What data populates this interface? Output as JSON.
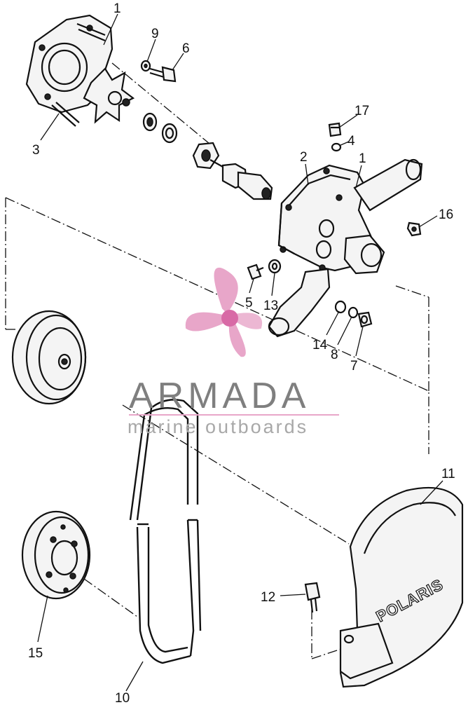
{
  "callouts": [
    {
      "id": "c1a",
      "text": "1"
    },
    {
      "id": "c9",
      "text": "9"
    },
    {
      "id": "c6",
      "text": "6"
    },
    {
      "id": "c3",
      "text": "3"
    },
    {
      "id": "c17",
      "text": "17"
    },
    {
      "id": "c4",
      "text": "4"
    },
    {
      "id": "c2",
      "text": "2"
    },
    {
      "id": "c1b",
      "text": "1"
    },
    {
      "id": "c16",
      "text": "16"
    },
    {
      "id": "c5",
      "text": "5"
    },
    {
      "id": "c13",
      "text": "13"
    },
    {
      "id": "c14",
      "text": "14"
    },
    {
      "id": "c8",
      "text": "8"
    },
    {
      "id": "c7",
      "text": "7"
    },
    {
      "id": "c11",
      "text": "11"
    },
    {
      "id": "c12",
      "text": "12"
    },
    {
      "id": "c15",
      "text": "15"
    },
    {
      "id": "c10",
      "text": "10"
    }
  ],
  "watermark": {
    "name": "ARMADA",
    "tagline": "marine outboards",
    "colors": {
      "logo": "#e8a6c9",
      "logo_hub": "#d86aa6",
      "text": "#7f7f7f",
      "tagline": "#a8a8a8"
    }
  },
  "cover_lettering": "POLARIS",
  "colors": {
    "line": "#111111",
    "background": "#ffffff"
  }
}
